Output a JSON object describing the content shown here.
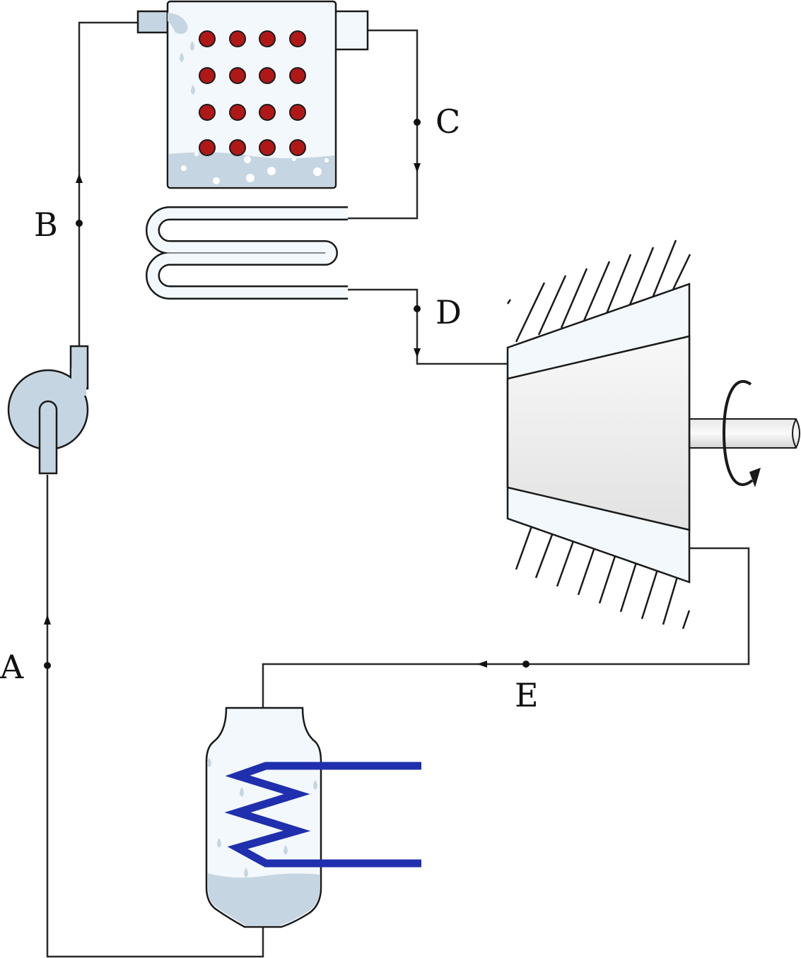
{
  "points": [
    {
      "id": "A",
      "label": "A"
    },
    {
      "id": "B",
      "label": "B"
    },
    {
      "id": "C",
      "label": "C"
    },
    {
      "id": "D",
      "label": "D"
    },
    {
      "id": "E",
      "label": "E"
    }
  ],
  "colors": {
    "line": "#2a2a2a",
    "liquid": "#c5d6e2",
    "vessel_fill": "#f3f8fc",
    "heater_tubes": "#b01818",
    "coil": "#1f2fae",
    "turbine_body": "#e8e8e8"
  }
}
